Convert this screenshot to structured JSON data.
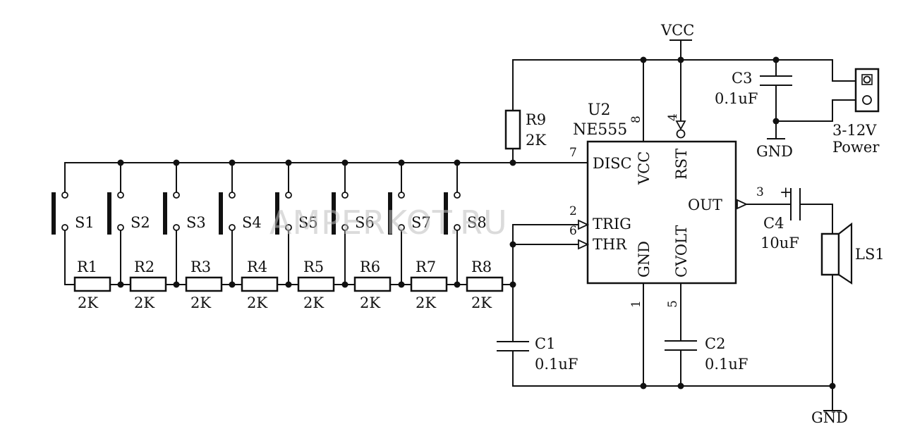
{
  "rails": {
    "vcc": "VCC",
    "gnd_top": "GND",
    "gnd_bottom": "GND"
  },
  "switches": [
    "S1",
    "S2",
    "S3",
    "S4",
    "S5",
    "S6",
    "S7",
    "S8"
  ],
  "resistors": [
    {
      "ref": "R1",
      "value": "2K"
    },
    {
      "ref": "R2",
      "value": "2K"
    },
    {
      "ref": "R3",
      "value": "2K"
    },
    {
      "ref": "R4",
      "value": "2K"
    },
    {
      "ref": "R5",
      "value": "2K"
    },
    {
      "ref": "R6",
      "value": "2K"
    },
    {
      "ref": "R7",
      "value": "2K"
    },
    {
      "ref": "R8",
      "value": "2K"
    }
  ],
  "r9": {
    "ref": "R9",
    "value": "2K"
  },
  "ic": {
    "ref": "U2",
    "part": "NE555",
    "pins": {
      "disc": "DISC",
      "trig": "TRIG",
      "thr": "THR",
      "out": "OUT",
      "vcc": "VCC",
      "rst": "RST",
      "gnd": "GND",
      "cvolt": "CVOLT"
    },
    "pin_numbers": {
      "disc": "7",
      "trig": "2",
      "thr": "6",
      "out": "3",
      "vcc": "8",
      "rst": "4",
      "gnd": "1",
      "cvolt": "5"
    }
  },
  "caps": {
    "c1": {
      "ref": "C1",
      "value": "0.1uF"
    },
    "c2": {
      "ref": "C2",
      "value": "0.1uF"
    },
    "c3": {
      "ref": "C3",
      "value": "0.1uF"
    },
    "c4": {
      "ref": "C4",
      "value": "10uF",
      "polarity": "+"
    }
  },
  "speaker": {
    "ref": "LS1"
  },
  "power": {
    "voltage": "3-12V",
    "label": "Power"
  },
  "watermark": "AMPERKOT.RU"
}
